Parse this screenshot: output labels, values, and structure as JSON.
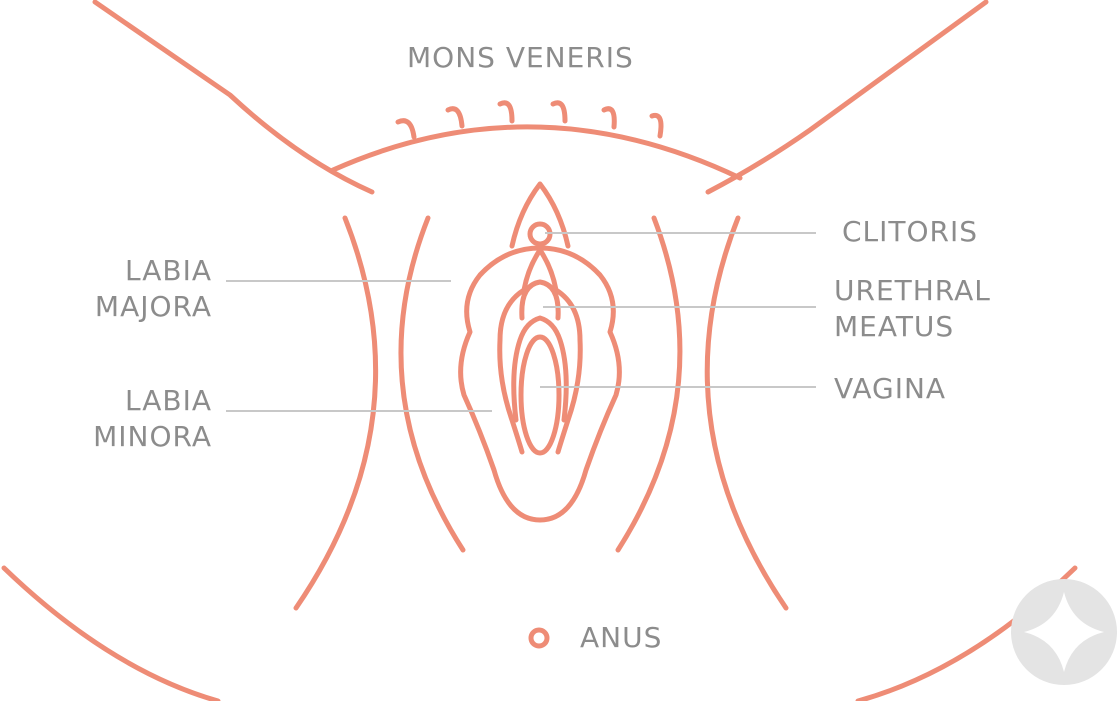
{
  "colors": {
    "outline": "#ee8c76",
    "label_text": "#8c8c8c",
    "leader_line": "#c8c8c8",
    "watermark": "#e4e4e4"
  },
  "labels": {
    "mons_veneris": "MONS VENERIS",
    "clitoris": "CLITORIS",
    "urethral_meatus_line1": "URETHRAL",
    "urethral_meatus_line2": "MEATUS",
    "vagina": "VAGINA",
    "labia_majora_line1": "LABIA",
    "labia_majora_line2": "MAJORA",
    "labia_minora_line1": "LABIA",
    "labia_minora_line2": "MINORA",
    "anus": "ANUS"
  },
  "watermark": {
    "icon": "sparkle-star-icon"
  }
}
